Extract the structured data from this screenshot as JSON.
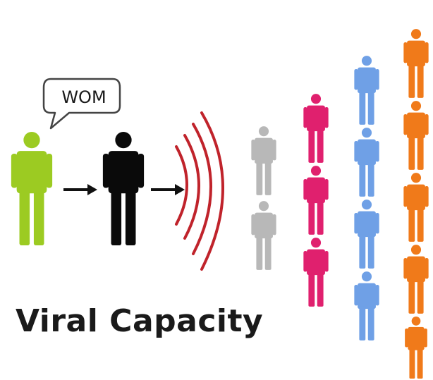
{
  "bubble": {
    "text": "WOM"
  },
  "title": "Viral Capacity",
  "colors": {
    "speaker": "#9ccb22",
    "listener": "#0a0a0a",
    "waves": "#c0232b",
    "group_1": "#b8b8b8",
    "group_2": "#e0206e",
    "group_3": "#6fa0e6",
    "group_4": "#f07a1a"
  },
  "icons": [
    "speech-bubble-icon",
    "person-icon",
    "arrow-icon",
    "signal-wave-icon"
  ],
  "audience_groups": [
    {
      "color_key": "group_1",
      "count": 2
    },
    {
      "color_key": "group_2",
      "count": 3
    },
    {
      "color_key": "group_3",
      "count": 4
    },
    {
      "color_key": "group_4",
      "count": 5
    }
  ]
}
